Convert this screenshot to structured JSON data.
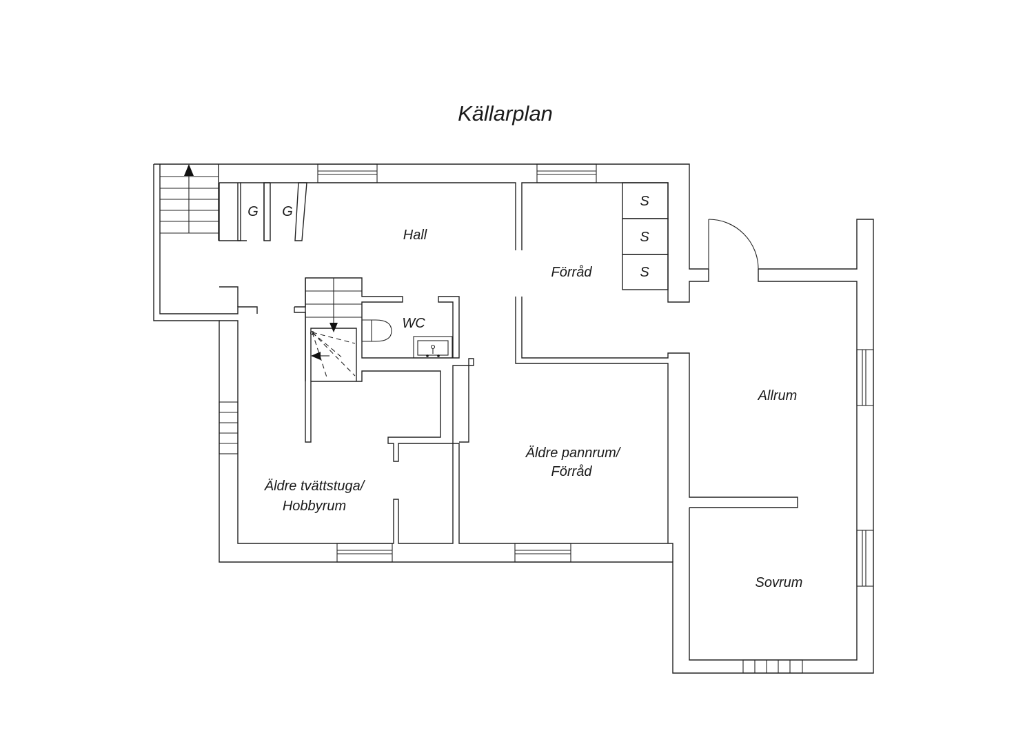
{
  "title": "Källarplan",
  "rooms": {
    "hall": "Hall",
    "forrad": "Förråd",
    "wc": "WC",
    "allrum": "Allrum",
    "aldre_pannrum_line1": "Äldre pannrum/",
    "aldre_pannrum_line2": "Förråd",
    "aldre_tvattstuga_line1": "Äldre tvättstuga/",
    "aldre_tvattstuga_line2": "Hobbyrum",
    "sovrum": "Sovrum"
  },
  "closets": {
    "wardrobe_g1": "G",
    "wardrobe_g2": "G",
    "storage_s1": "S",
    "storage_s2": "S",
    "storage_s3": "S"
  }
}
